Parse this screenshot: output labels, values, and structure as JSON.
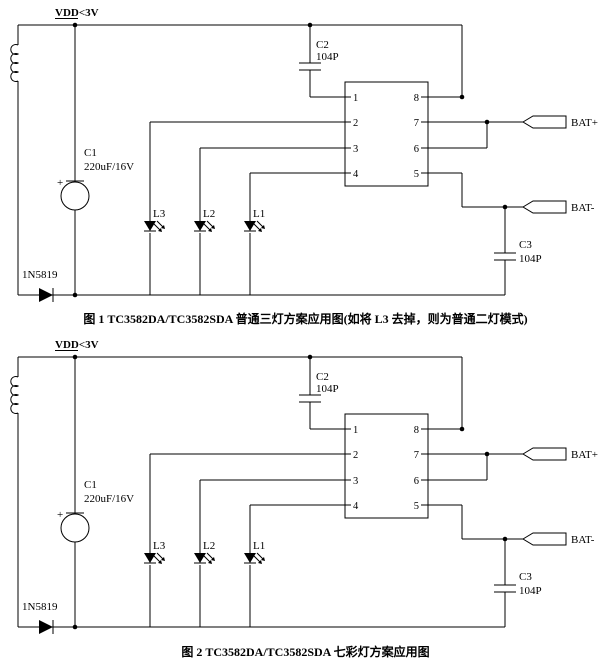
{
  "figure1": {
    "vdd_label": "VDD<3V",
    "c1_ref": "C1",
    "c1_value": "220uF/16V",
    "c1_polarity": "+",
    "c2_ref": "C2",
    "c2_value": "104P",
    "c3_ref": "C3",
    "c3_value": "104P",
    "diode_ref": "1N5819",
    "led_l3": "L3",
    "led_l2": "L2",
    "led_l1": "L1",
    "bat_plus": "BAT+",
    "bat_minus": "BAT-",
    "pins_left": [
      "1",
      "2",
      "3",
      "4"
    ],
    "pins_right": [
      "8",
      "7",
      "6",
      "5"
    ],
    "caption": "图 1  TC3582DA/TC3582SDA 普通三灯方案应用图(如将 L3 去掉，则为普通二灯模式)"
  },
  "figure2": {
    "vdd_label": "VDD<3V",
    "c1_ref": "C1",
    "c1_value": "220uF/16V",
    "c1_polarity": "+",
    "c2_ref": "C2",
    "c2_value": "104P",
    "c3_ref": "C3",
    "c3_value": "104P",
    "diode_ref": "1N5819",
    "led_l3": "L3",
    "led_l2": "L2",
    "led_l1": "L1",
    "bat_plus": "BAT+",
    "bat_minus": "BAT-",
    "pins_left": [
      "1",
      "2",
      "3",
      "4"
    ],
    "pins_right": [
      "8",
      "7",
      "6",
      "5"
    ],
    "caption": "图 2  TC3582DA/TC3582SDA 七彩灯方案应用图"
  }
}
